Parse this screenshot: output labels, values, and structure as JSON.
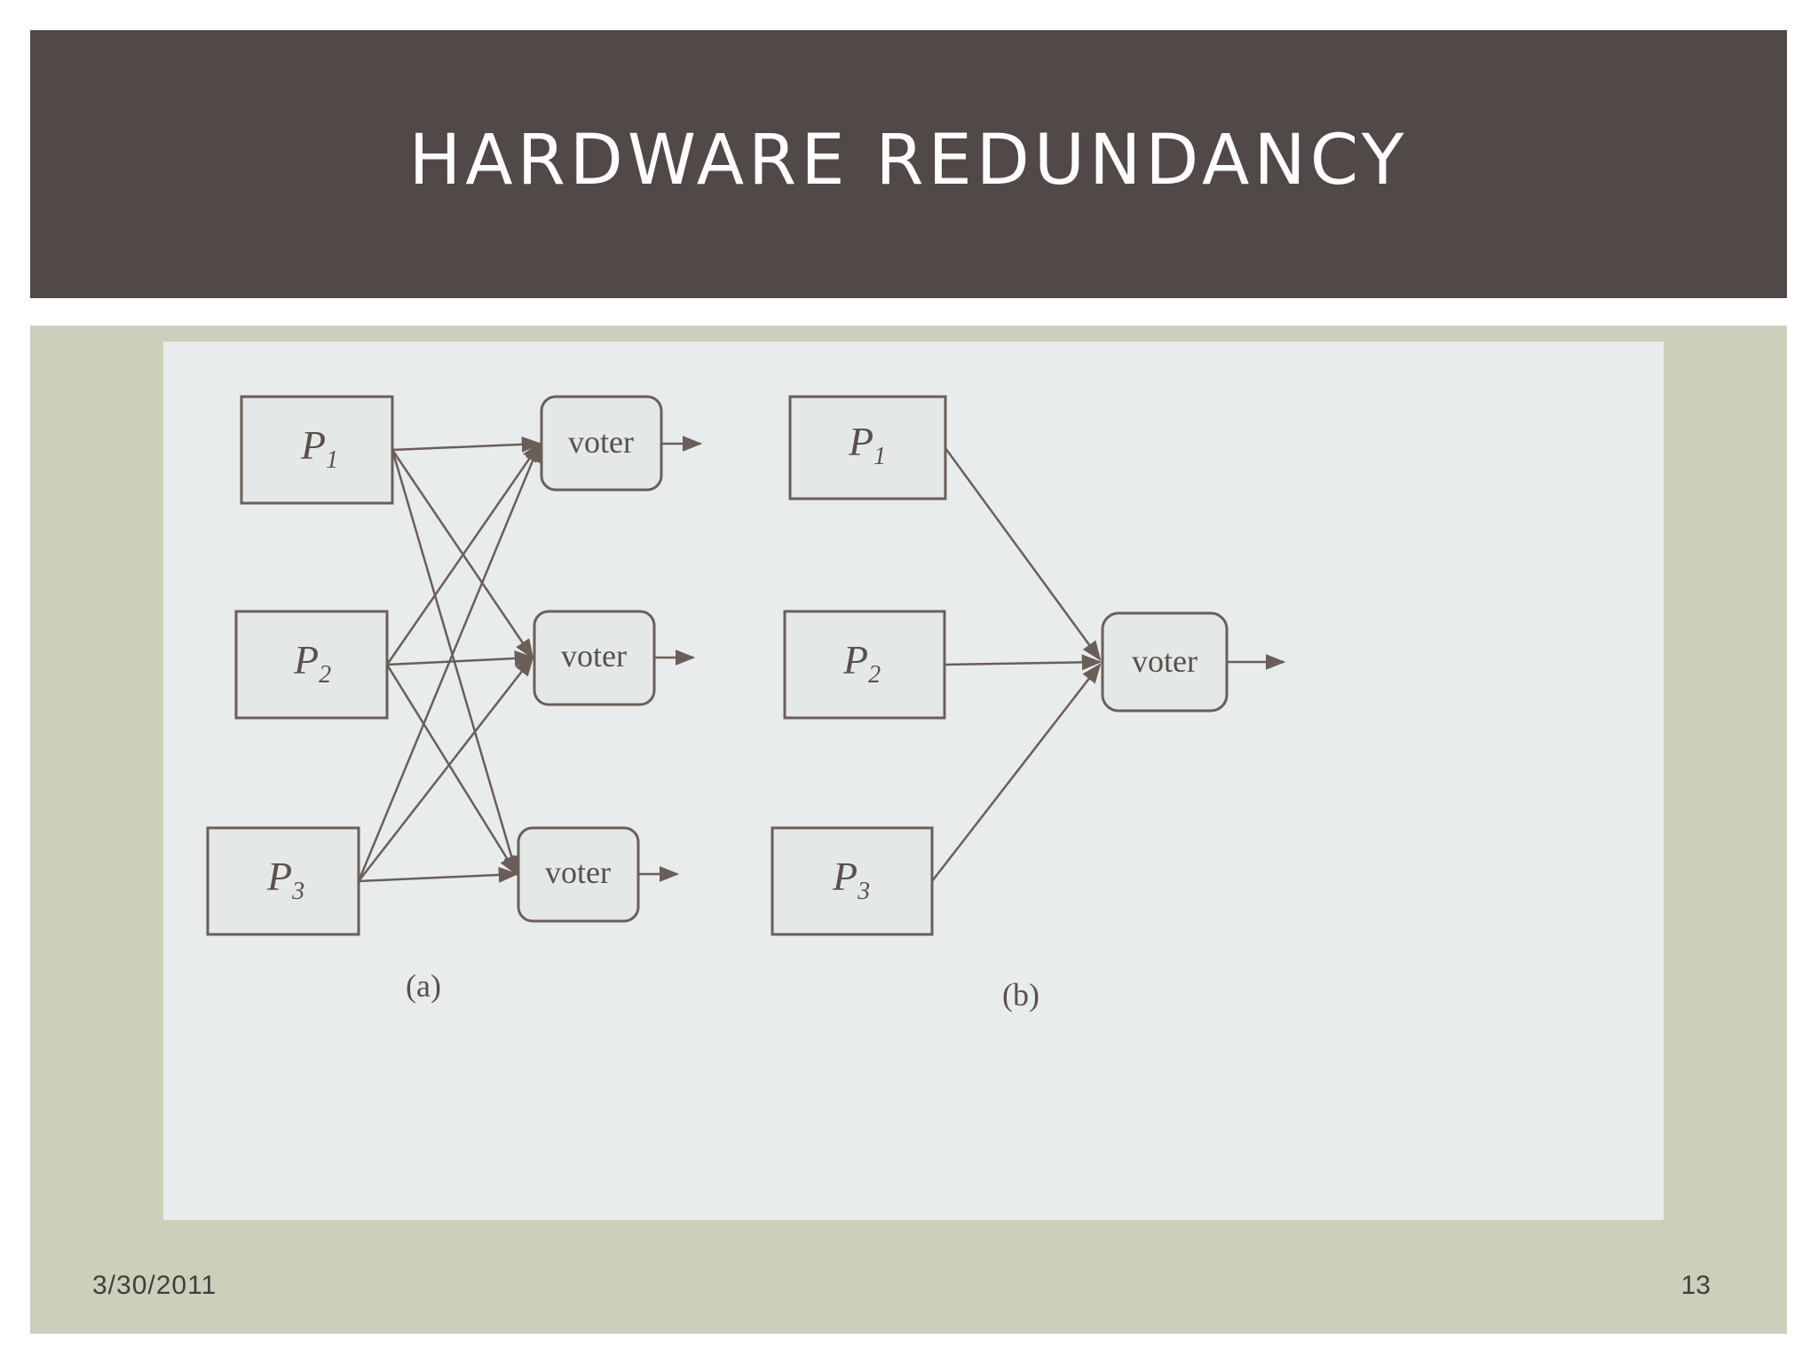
{
  "slide": {
    "title": "HARDWARE REDUNDANCY",
    "date": "3/30/2011",
    "page_number": "13"
  },
  "diagram": {
    "panel_a": {
      "caption": "(a)",
      "processors": [
        {
          "symbol": "P",
          "subscript": "1"
        },
        {
          "symbol": "P",
          "subscript": "2"
        },
        {
          "symbol": "P",
          "subscript": "3"
        }
      ],
      "voters": [
        "voter",
        "voter",
        "voter"
      ]
    },
    "panel_b": {
      "caption": "(b)",
      "processors": [
        {
          "symbol": "P",
          "subscript": "1"
        },
        {
          "symbol": "P",
          "subscript": "2"
        },
        {
          "symbol": "P",
          "subscript": "3"
        }
      ],
      "voter": "voter"
    }
  },
  "colors": {
    "title_bar": "#514848",
    "content_panel": "#cdcfbb",
    "diagram_stroke": "#6b5e59"
  }
}
